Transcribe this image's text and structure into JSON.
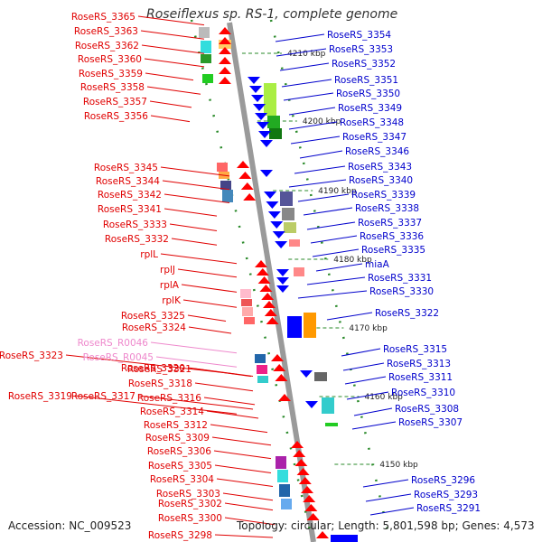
{
  "title": "Roseiflexus sp. RS-1, complete genome",
  "footer": {
    "accession": "Accession: NC_009523",
    "summary": "Topology: circular; Length: 5,801,598 bp; Genes: 4,573"
  },
  "colors": {
    "left_label": "#e00000",
    "right_label": "#0000cc",
    "pseudo_label": "#ee88cc",
    "backbone": "#9a9a9a",
    "scale_ticks": "#2a8a2a",
    "fwd_gene": "#ff0000",
    "rev_gene": "#0000ff"
  },
  "scale_labels": [
    "4210 kbp",
    "4200 kbp",
    "4190 kbp",
    "4180 kbp",
    "4170 kbp",
    "4160 kbp",
    "4150 kbp"
  ],
  "left_labels": [
    "RoseRS_3365",
    "RoseRS_3363",
    "RoseRS_3362",
    "RoseRS_3360",
    "RoseRS_3359",
    "RoseRS_3358",
    "RoseRS_3357",
    "RoseRS_3356",
    "RoseRS_3345",
    "RoseRS_3344",
    "RoseRS_3342",
    "RoseRS_3341",
    "RoseRS_3333",
    "RoseRS_3332",
    "rplL",
    "rplJ",
    "rplA",
    "rplK",
    "RoseRS_3325",
    "RoseRS_3324",
    "RoseRS_R0046",
    "RoseRS_3323",
    "RoseRS_R0045",
    "RoseRS_3321",
    "RoseRS_3320",
    "RoseRS_3318",
    "RoseRS_3319",
    "RoseRS_3317",
    "RoseRS_3316",
    "RoseRS_3314",
    "RoseRS_3312",
    "RoseRS_3309",
    "RoseRS_3306",
    "RoseRS_3305",
    "RoseRS_3304",
    "RoseRS_3303",
    "RoseRS_3302",
    "RoseRS_3300",
    "RoseRS_3298"
  ],
  "right_labels": [
    "RoseRS_3354",
    "RoseRS_3353",
    "RoseRS_3352",
    "RoseRS_3351",
    "RoseRS_3350",
    "RoseRS_3349",
    "RoseRS_3348",
    "RoseRS_3347",
    "RoseRS_3346",
    "RoseRS_3343",
    "RoseRS_3340",
    "RoseRS_3339",
    "RoseRS_3338",
    "RoseRS_3337",
    "RoseRS_3336",
    "RoseRS_3335",
    "miaA",
    "RoseRS_3331",
    "RoseRS_3330",
    "RoseRS_3322",
    "RoseRS_3315",
    "RoseRS_3313",
    "RoseRS_3311",
    "RoseRS_3310",
    "RoseRS_3308",
    "RoseRS_3307",
    "RoseRS_3296",
    "RoseRS_3293",
    "RoseRS_3291"
  ]
}
